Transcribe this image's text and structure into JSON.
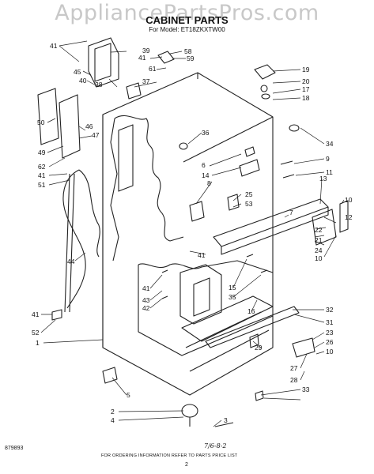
{
  "watermark": "AppliancePartsPros.com",
  "title": "CABINET PARTS",
  "model_line": "For Model: ET18ZKXTW00",
  "footer": {
    "order_note": "FOR ORDERING INFORMATION REFER TO PARTS PRICE LIST",
    "code": "879893",
    "page": "2",
    "handwritten": "7/6-8-2"
  },
  "callouts": [
    "41",
    "39",
    "58",
    "41",
    "59",
    "61",
    "37",
    "38",
    "45",
    "40",
    "19",
    "20",
    "17",
    "18",
    "50",
    "46",
    "47",
    "36",
    "34",
    "9",
    "11",
    "49",
    "62",
    "41",
    "51",
    "6",
    "14",
    "8",
    "25",
    "53",
    "7",
    "13",
    "10",
    "12",
    "22",
    "21",
    "24",
    "10",
    "44",
    "41",
    "15",
    "35",
    "41",
    "43",
    "42",
    "16",
    "32",
    "31",
    "23",
    "26",
    "10",
    "41",
    "52",
    "1",
    "29",
    "27",
    "28",
    "33",
    "5",
    "2",
    "4",
    "3"
  ]
}
